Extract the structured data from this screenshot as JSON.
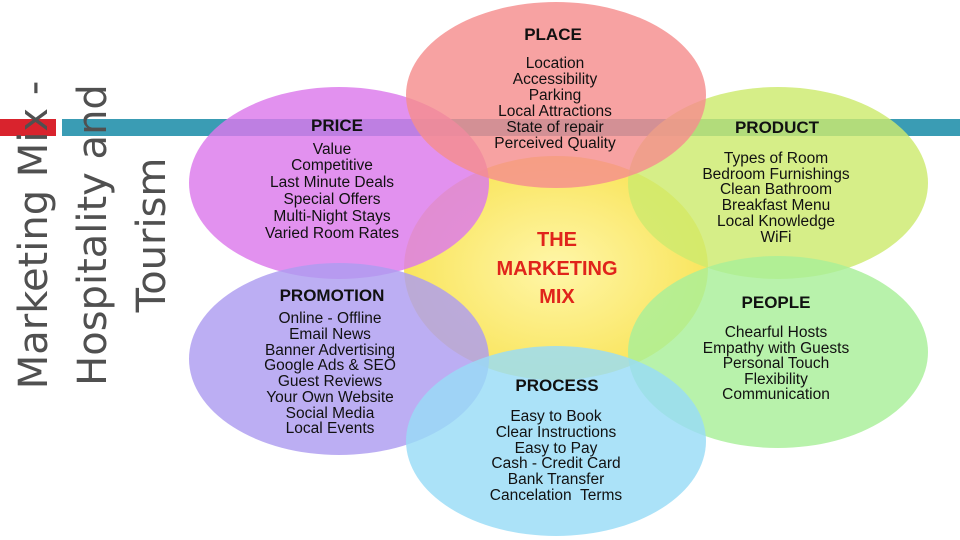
{
  "slide_title": {
    "line1": "Marketing Mix -",
    "line2": "Hospitality and",
    "line3": "Tourism"
  },
  "center": {
    "lines": [
      "THE",
      "MARKETING",
      "MIX"
    ],
    "color": "#e0241b"
  },
  "petals": {
    "place": {
      "title": "PLACE",
      "items": [
        "Location",
        "Accessibility",
        "Parking",
        "Local Attractions",
        "State of repair",
        "Perceived Quality"
      ],
      "color": "#f58e8e"
    },
    "price": {
      "title": "PRICE",
      "items": [
        "Value",
        "Competitive",
        "Last Minute Deals",
        "Special Offers",
        "Multi-Night Stays",
        "Varied Room Rates"
      ],
      "color": "#dc79ec"
    },
    "product": {
      "title": "PRODUCT",
      "items": [
        "Types of Room",
        "Bedroom Furnishings",
        "Clean Bathroom",
        "Breakfast Menu",
        "Local Knowledge",
        "WiFi"
      ],
      "color": "#cdea6e"
    },
    "promotion": {
      "title": "PROMOTION",
      "items": [
        "Online - Offline",
        "Email News",
        "Banner Advertising",
        "Google Ads & SEO",
        "Guest Reviews",
        "Your Own Website",
        "Social Media",
        "Local Events"
      ],
      "color": "#ad9cf0"
    },
    "people": {
      "title": "PEOPLE",
      "items": [
        "Chearful Hosts",
        "Empathy with Guests",
        "Personal Touch",
        "Flexibility",
        "Communication"
      ],
      "color": "#a8ef98"
    },
    "process": {
      "title": "PROCESS",
      "items": [
        "Easy to Book",
        "Clear Instructions",
        "Easy to Pay",
        "Cash - Credit Card",
        "Bank Transfer",
        "Cancelation  Terms"
      ],
      "color": "#99dcf7"
    }
  }
}
